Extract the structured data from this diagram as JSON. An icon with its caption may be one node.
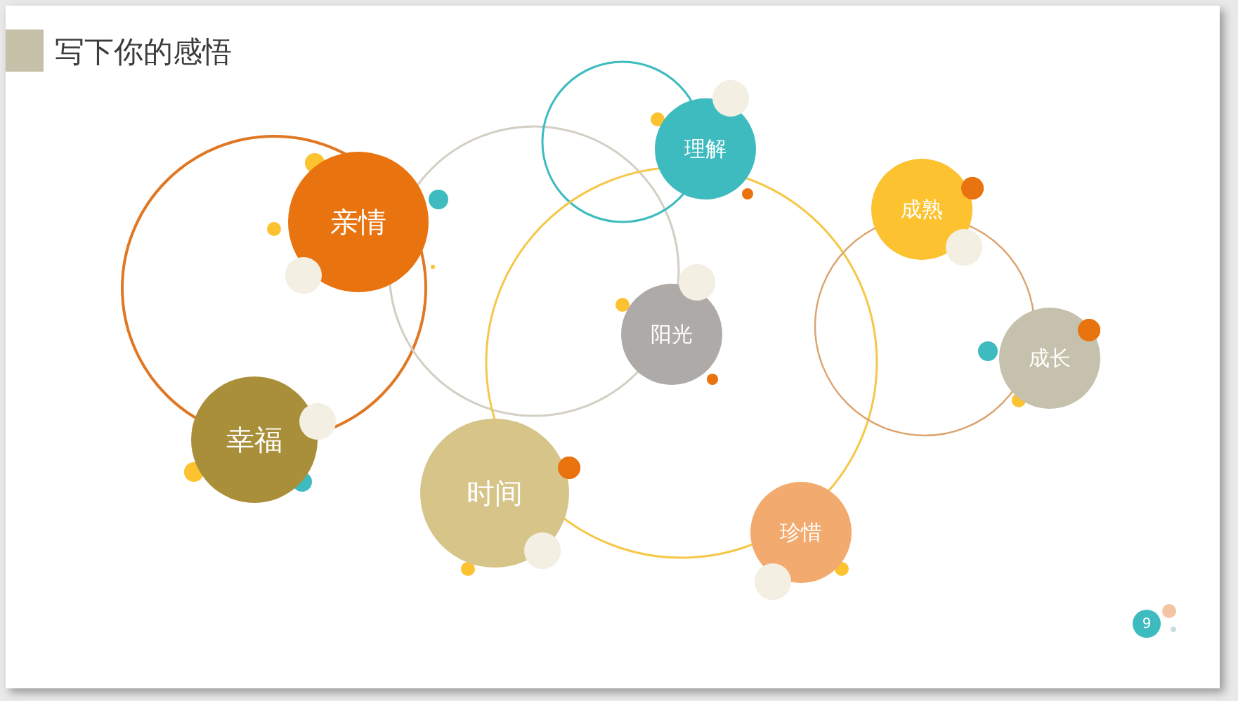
{
  "diagram": {
    "title": "写下你的感悟",
    "nodes": [
      {
        "text": [
          "亲情"
        ]
      },
      {
        "text": [
          "理解"
        ]
      },
      {
        "text": [
          "成熟"
        ]
      },
      {
        "text": [
          "阳光"
        ]
      },
      {
        "text": [
          "成长"
        ]
      },
      {
        "text": [
          "幸福"
        ]
      },
      {
        "text": [
          "时间"
        ]
      },
      {
        "text": [
          "珍惜"
        ]
      },
      {
        "text": [
          "9"
        ]
      }
    ]
  }
}
